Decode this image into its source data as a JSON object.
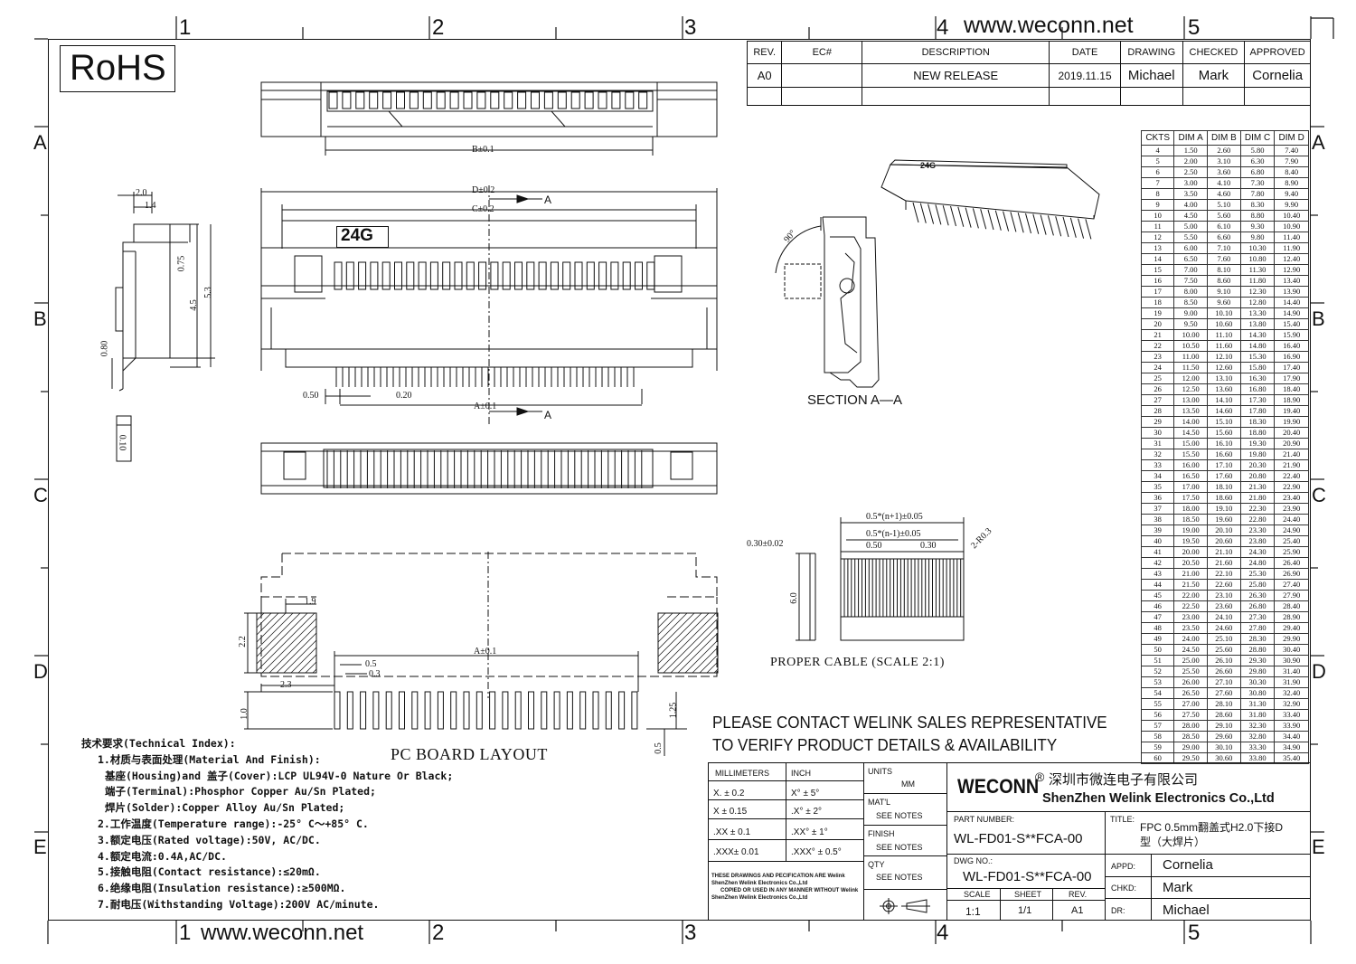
{
  "website_top": "www.weconn.net",
  "website_bottom": "www.weconn.net",
  "rohs": "RoHS",
  "zone_numbers": [
    "1",
    "2",
    "3",
    "4",
    "5"
  ],
  "zone_letters": [
    "A",
    "B",
    "C",
    "D",
    "E"
  ],
  "revision": {
    "headers": [
      "REV.",
      "EC#",
      "DESCRIPTION",
      "DATE",
      "DRAWING",
      "CHECKED",
      "APPROVED"
    ],
    "row": [
      "A0",
      "",
      "NEW RELEASE",
      "2019.11.15",
      "Michael",
      "Mark",
      "Cornelia"
    ]
  },
  "ckt_table": {
    "headers": [
      "CKTS",
      "DIM A",
      "DIM B",
      "DIM C",
      "DIM D"
    ],
    "rows": [
      [
        "4",
        "1.50",
        "2.60",
        "5.80",
        "7.40"
      ],
      [
        "5",
        "2.00",
        "3.10",
        "6.30",
        "7.90"
      ],
      [
        "6",
        "2.50",
        "3.60",
        "6.80",
        "8.40"
      ],
      [
        "7",
        "3.00",
        "4.10",
        "7.30",
        "8.90"
      ],
      [
        "8",
        "3.50",
        "4.60",
        "7.80",
        "9.40"
      ],
      [
        "9",
        "4.00",
        "5.10",
        "8.30",
        "9.90"
      ],
      [
        "10",
        "4.50",
        "5.60",
        "8.80",
        "10.40"
      ],
      [
        "11",
        "5.00",
        "6.10",
        "9.30",
        "10.90"
      ],
      [
        "12",
        "5.50",
        "6.60",
        "9.80",
        "11.40"
      ],
      [
        "13",
        "6.00",
        "7.10",
        "10.30",
        "11.90"
      ],
      [
        "14",
        "6.50",
        "7.60",
        "10.80",
        "12.40"
      ],
      [
        "15",
        "7.00",
        "8.10",
        "11.30",
        "12.90"
      ],
      [
        "16",
        "7.50",
        "8.60",
        "11.80",
        "13.40"
      ],
      [
        "17",
        "8.00",
        "9.10",
        "12.30",
        "13.90"
      ],
      [
        "18",
        "8.50",
        "9.60",
        "12.80",
        "14.40"
      ],
      [
        "19",
        "9.00",
        "10.10",
        "13.30",
        "14.90"
      ],
      [
        "20",
        "9.50",
        "10.60",
        "13.80",
        "15.40"
      ],
      [
        "21",
        "10.00",
        "11.10",
        "14.30",
        "15.90"
      ],
      [
        "22",
        "10.50",
        "11.60",
        "14.80",
        "16.40"
      ],
      [
        "23",
        "11.00",
        "12.10",
        "15.30",
        "16.90"
      ],
      [
        "24",
        "11.50",
        "12.60",
        "15.80",
        "17.40"
      ],
      [
        "25",
        "12.00",
        "13.10",
        "16.30",
        "17.90"
      ],
      [
        "26",
        "12.50",
        "13.60",
        "16.80",
        "18.40"
      ],
      [
        "27",
        "13.00",
        "14.10",
        "17.30",
        "18.90"
      ],
      [
        "28",
        "13.50",
        "14.60",
        "17.80",
        "19.40"
      ],
      [
        "29",
        "14.00",
        "15.10",
        "18.30",
        "19.90"
      ],
      [
        "30",
        "14.50",
        "15.60",
        "18.80",
        "20.40"
      ],
      [
        "31",
        "15.00",
        "16.10",
        "19.30",
        "20.90"
      ],
      [
        "32",
        "15.50",
        "16.60",
        "19.80",
        "21.40"
      ],
      [
        "33",
        "16.00",
        "17.10",
        "20.30",
        "21.90"
      ],
      [
        "34",
        "16.50",
        "17.60",
        "20.80",
        "22.40"
      ],
      [
        "35",
        "17.00",
        "18.10",
        "21.30",
        "22.90"
      ],
      [
        "36",
        "17.50",
        "18.60",
        "21.80",
        "23.40"
      ],
      [
        "37",
        "18.00",
        "19.10",
        "22.30",
        "23.90"
      ],
      [
        "38",
        "18.50",
        "19.60",
        "22.80",
        "24.40"
      ],
      [
        "39",
        "19.00",
        "20.10",
        "23.30",
        "24.90"
      ],
      [
        "40",
        "19.50",
        "20.60",
        "23.80",
        "25.40"
      ],
      [
        "41",
        "20.00",
        "21.10",
        "24.30",
        "25.90"
      ],
      [
        "42",
        "20.50",
        "21.60",
        "24.80",
        "26.40"
      ],
      [
        "43",
        "21.00",
        "22.10",
        "25.30",
        "26.90"
      ],
      [
        "44",
        "21.50",
        "22.60",
        "25.80",
        "27.40"
      ],
      [
        "45",
        "22.00",
        "23.10",
        "26.30",
        "27.90"
      ],
      [
        "46",
        "22.50",
        "23.60",
        "26.80",
        "28.40"
      ],
      [
        "47",
        "23.00",
        "24.10",
        "27.30",
        "28.90"
      ],
      [
        "48",
        "23.50",
        "24.60",
        "27.80",
        "29.40"
      ],
      [
        "49",
        "24.00",
        "25.10",
        "28.30",
        "29.90"
      ],
      [
        "50",
        "24.50",
        "25.60",
        "28.80",
        "30.40"
      ],
      [
        "51",
        "25.00",
        "26.10",
        "29.30",
        "30.90"
      ],
      [
        "52",
        "25.50",
        "26.60",
        "29.80",
        "31.40"
      ],
      [
        "53",
        "26.00",
        "27.10",
        "30.30",
        "31.90"
      ],
      [
        "54",
        "26.50",
        "27.60",
        "30.80",
        "32.40"
      ],
      [
        "55",
        "27.00",
        "28.10",
        "31.30",
        "32.90"
      ],
      [
        "56",
        "27.50",
        "28.60",
        "31.80",
        "33.40"
      ],
      [
        "57",
        "28.00",
        "29.10",
        "32.30",
        "33.90"
      ],
      [
        "58",
        "28.50",
        "29.60",
        "32.80",
        "34.40"
      ],
      [
        "59",
        "29.00",
        "30.10",
        "33.30",
        "34.90"
      ],
      [
        "60",
        "29.50",
        "30.60",
        "33.80",
        "35.40"
      ]
    ]
  },
  "drawing_labels": {
    "b_dim": "B±0.1",
    "d_dim": "D±0.2",
    "c_dim": "C±0.2",
    "a_dim": "A±0.1",
    "a_dim_pcb": "A±0.1",
    "section_mark_top": "A",
    "section_mark_bottom": "A",
    "mark_24g": "24G",
    "pitch_050": "0.50",
    "pitch_020": "0.20",
    "side_20": "2.0",
    "side_14": "1.4",
    "side_075": "0.75",
    "side_45": "4.5",
    "side_53": "5.3",
    "side_080": "0.80",
    "side_010": "0.10",
    "angle_90": "90°",
    "section_title": "SECTION A—A",
    "cable_n1": "0.5*(n+1)±0.05",
    "cable_n_1": "0.5*(n-1)±0.05",
    "cable_030_002": "0.30±0.02",
    "cable_050": "0.50",
    "cable_030": "0.30",
    "cable_r03": "2-R0.3",
    "cable_60": "6.0",
    "cable_title": "PROPER CABLE (SCALE 2:1)",
    "pcb_19": "1.9",
    "pcb_22": "2.2",
    "pcb_23": "2.3",
    "pcb_05a": "0.5",
    "pcb_03": "0.3",
    "pcb_10": "1.0",
    "pcb_05b": "0.5",
    "pcb_125": "1.25",
    "pcb_title": "PC BOARD LAYOUT"
  },
  "contact_notice": [
    "PLEASE CONTACT WELINK SALES REPRESENTATIVE",
    "TO VERIFY PRODUCT DETAILS & AVAILABILITY"
  ],
  "technical_notes": [
    "技术要求(Technical Index):",
    "1.材质与表面处理(Material And Finish):",
    "基座(Housing)and 盖子(Cover):LCP UL94V-0 Nature Or Black;",
    "端子(Terminal):Phosphor Copper Au/Sn Plated;",
    "焊片(Solder):Copper Alloy Au/Sn Plated;",
    "2.工作温度(Temperature range):-25° C～+85° C.",
    "3.额定电压(Rated voltage):50V, AC/DC.",
    "4.额定电流:0.4A,AC/DC.",
    "5.接触电阻(Contact resistance):≤20mΩ.",
    "6.绝缘电阻(Insulation resistance):≥500MΩ.",
    "7.耐电压(Withstanding Voltage):200V AC/minute."
  ],
  "title_block": {
    "tol_head_mm": "MILLIMETERS",
    "tol_head_in": "INCH",
    "tol_mm": [
      "X.  ± 0.2",
      "X  ± 0.15",
      ".XX ± 0.1",
      ".XXX± 0.01"
    ],
    "tol_in": [
      "X°  ± 5°",
      ".X°  ± 2°",
      ".XX°  ± 1°",
      ".XXX° ± 0.5°"
    ],
    "disclaimer": [
      "THESE DRAWINGS AND PECIFICATION  ARE Welink",
      "ShenZhen Welink Electronics Co.,Ltd",
      "COPIED OR USED IN ANY MANNER WITHOUT Welink",
      "ShenZhen Welink Electronics Co.,Ltd"
    ],
    "units_label": "UNITS",
    "units_value": "MM",
    "matl_label": "MAT'L",
    "matl_value": "SEE NOTES",
    "finish_label": "FINISH",
    "finish_value": "SEE NOTES",
    "qty_label": "QTY",
    "qty_value": "SEE NOTES",
    "brand": "WECONN",
    "reg": "®",
    "company_cn": "深圳市微连电子有限公司",
    "company_en": "ShenZhen Welink Electronics Co.,Ltd",
    "part_label": "PART NUMBER:",
    "part_value": "WL-FD01-S**FCA-00",
    "dwg_label": "DWG NO.:",
    "dwg_value": "WL-FD01-S**FCA-00",
    "title_label": "TITLE:",
    "title_value": [
      "FPC 0.5mm翻盖式H2.0下接D",
      "型（大焊片）"
    ],
    "scale_label": "SCALE",
    "scale_value": "1:1",
    "sheet_label": "SHEET",
    "sheet_value": "1/1",
    "rev_label": "REV.",
    "rev_value": "A1",
    "appd_label": "APPD:",
    "appd_value": "Cornelia",
    "chkd_label": "CHKD:",
    "chkd_value": "Mark",
    "dr_label": "DR:",
    "dr_value": "Michael"
  }
}
